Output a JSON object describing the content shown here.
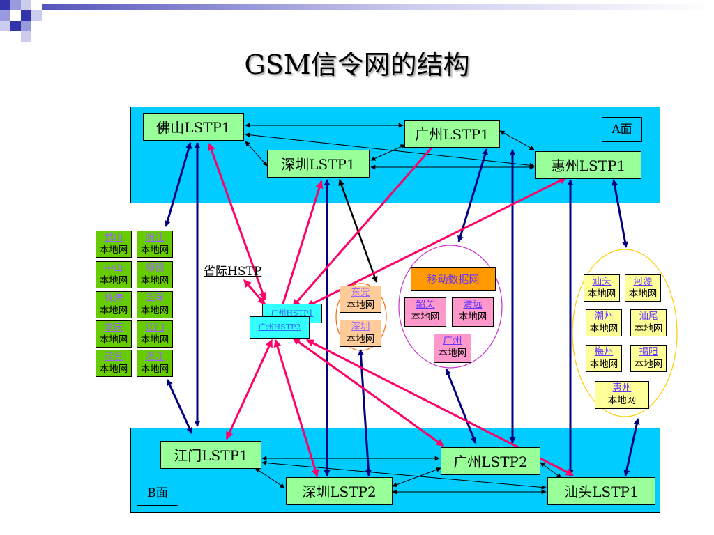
{
  "title": "GSM信令网的结构",
  "plane_a": {
    "label": "A面"
  },
  "plane_b": {
    "label": "B面"
  },
  "nodes": {
    "foshan_lstp1": "佛山LSTP1",
    "guangzhou_lstp1": "广州LSTP1",
    "shenzhen_lstp1": "深圳LSTP1",
    "huizhou_lstp1": "惠州LSTP1",
    "jiangmen_lstp1": "江门LSTP1",
    "guangzhou_lstp2": "广州LSTP2",
    "shenzhen_lstp2": "深圳LSTP2",
    "shantou_lstp1": "汕头LSTP1"
  },
  "hstp": {
    "label": "省际HSTP",
    "hstp1": "广州HSTP1",
    "hstp2": "广州HSTP2"
  },
  "local_net_suffix": "本地网",
  "west_group": [
    "佛山",
    "阳江",
    "中山",
    "顺德",
    "珠海",
    "云浮",
    "肇庆",
    "江门",
    "茂名",
    "湛江"
  ],
  "center_group": [
    "东莞",
    "深圳"
  ],
  "mobile_data": {
    "title": "移动数据网",
    "cities": [
      "韶关",
      "清远",
      "广州"
    ]
  },
  "east_group": [
    "汕头",
    "河源",
    "潮州",
    "汕尾",
    "梅州",
    "揭阳",
    "惠州"
  ]
}
